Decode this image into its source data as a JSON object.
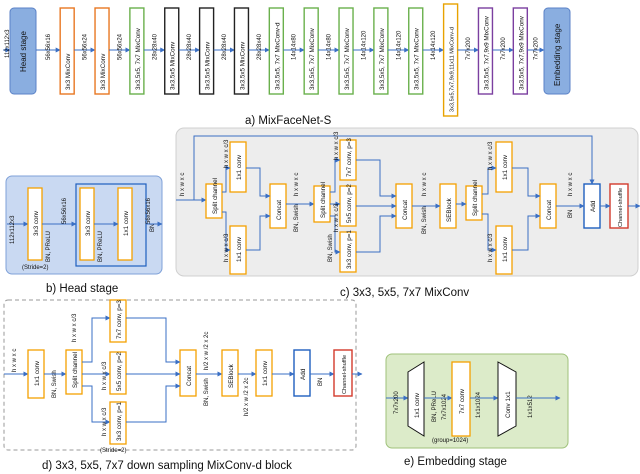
{
  "a": {
    "caption": "a) MixFaceNet-S",
    "input_label": "112x112x3",
    "head_label": "Head stage",
    "embedding_label": "Embedding stage",
    "blocks": [
      {
        "name": "3x3 MixConv",
        "color": "#e87722"
      },
      {
        "name": "3x3 MixConv",
        "color": "#e87722"
      },
      {
        "name": "3x3,5x5, 7x7 MixConv",
        "color": "#6ab04c"
      },
      {
        "name": "3x3,5x5 MixConv",
        "color": "#222222"
      },
      {
        "name": "3x3,5x5 MixConv",
        "color": "#222222"
      },
      {
        "name": "3x3,5x5 MixConv",
        "color": "#222222"
      },
      {
        "name": "3x3,5x5, 7x7 MixConv-d",
        "color": "#6ab04c"
      },
      {
        "name": "3x3,5x5, 7x7 MixConv",
        "color": "#6ab04c"
      },
      {
        "name": "3x3,5x5, 7x7 MixConv",
        "color": "#6ab04c"
      },
      {
        "name": "3x3,5x5, 7x7 MixConv",
        "color": "#6ab04c"
      },
      {
        "name": "3x3,5x5, 7x7 MixConv",
        "color": "#6ab04c"
      },
      {
        "name": "3x3,5x5,7x7,9x9,11x11 MixConv-d",
        "color": "#e8a200"
      },
      {
        "name": "3x3,5x5, 7x7,9x9 MixConv",
        "color": "#7b3fa0"
      },
      {
        "name": "3x3,5x5, 7x7,9x9 MixConv",
        "color": "#7b3fa0"
      }
    ],
    "dims": [
      "56x56x16",
      "56x56x24",
      "56x56x24",
      "28x28x40",
      "28x28x40",
      "28x28x40",
      "28x28x40",
      "14x14x80",
      "14x14x80",
      "14x14x120",
      "14x14x120",
      "14x14x120",
      "7x7x200",
      "7x7x200",
      "7x7x200"
    ]
  },
  "b": {
    "caption": "b) Head stage",
    "input_label": "112x112x3",
    "conv1": "3x3 conv",
    "bn1": "BN, PReLU",
    "dim1": "56x56x16",
    "conv2": "3x3 conv",
    "bn2": "BN, PReLU",
    "conv3": "1x1 conv",
    "dim2": "56x56x16",
    "bn3": "BN",
    "stride": "(Stride=2)"
  },
  "c": {
    "caption": "c) 3x3, 5x5, 7x7 MixConv",
    "hwc": "h x w x c",
    "hwc3": "h x w x c/3",
    "conv1x1": "1x1 conv",
    "split": "Split channel",
    "concat": "Concat",
    "bn_swish": "BN, Swish",
    "conv7": "7x7 conv, p=3",
    "conv5": "5x5 conv, p=2",
    "conv3": "3x3 conv, p=1",
    "seblock": "SEBlock",
    "bn": "BN",
    "add": "Add",
    "shuffle": "Channel-shuffle"
  },
  "d": {
    "caption": "d) 3x3, 5x5, 7x7 down sampling MixConv-d block",
    "hwc": "h x w x c",
    "hwc3": "h x w x c/3",
    "conv1x1": "1x1 conv",
    "bn_swish": "BN, Swish",
    "split": "Split channel",
    "conv7": "7x7 conv, p=3",
    "conv5": "5x5 conv, p=2",
    "conv3": "3x3 conv, p=1",
    "stride": "(Stride=2)",
    "concat": "Concat",
    "dim_h2": "h/2 x w /2 x 2c",
    "seblock": "SEBlock",
    "conv1x1b": "1x1 conv",
    "add": "Add",
    "bn": "BN",
    "shuffle": "Channel-shuffle"
  },
  "e": {
    "caption": "e) Embedding stage",
    "dim_in": "7x7x200",
    "conv1": "1x1 conv",
    "bn_prelu": "BN, PReLU",
    "dim1": "7x7x1024",
    "conv7": "7x7 conv",
    "group": "(group=1024)",
    "dim2": "1x1x1024",
    "conv1b": "Conv 1x1",
    "dim_out": "1x1x512"
  },
  "colors": {
    "blue_line": "#3a6fc4",
    "orange": "#f4a000",
    "red": "#d33a2c",
    "blue": "#1f5fbf",
    "head_fill": "#8aaee0",
    "panel_gray": "#ededed",
    "panel_blue": "#c9d9f2",
    "panel_green": "#dcebc9"
  }
}
